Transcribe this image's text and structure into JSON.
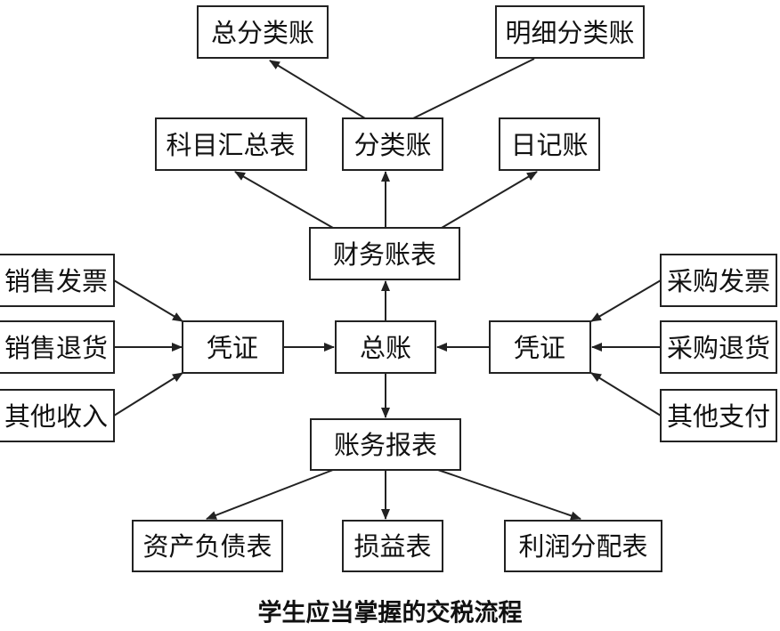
{
  "caption": "学生应当掌握的交税流程",
  "nodes": {
    "zong_fenlei": "总分类账",
    "mingxi_fenlei": "明细分类账",
    "kemu_huizong": "科目汇总表",
    "fenlei": "分类账",
    "riji": "日记账",
    "caiwu_zhangbiao": "财务账表",
    "xiaoshou_fapiao": "销售发票",
    "xiaoshou_tuihuo": "销售退货",
    "qita_shouru": "其他收入",
    "pingzheng_left": "凭证",
    "zongzhang": "总账",
    "pingzheng_right": "凭证",
    "caigou_fapiao": "采购发票",
    "caigou_tuihuo": "采购退货",
    "qita_zhifu": "其他支付",
    "zhangwu_baobiao": "账务报表",
    "zichan_fuzhai": "资产负债表",
    "sunyi": "损益表",
    "lirun_fenpei": "利润分配表"
  },
  "colors": {
    "stroke": "#222222",
    "text": "#111111",
    "background": "#ffffff"
  }
}
